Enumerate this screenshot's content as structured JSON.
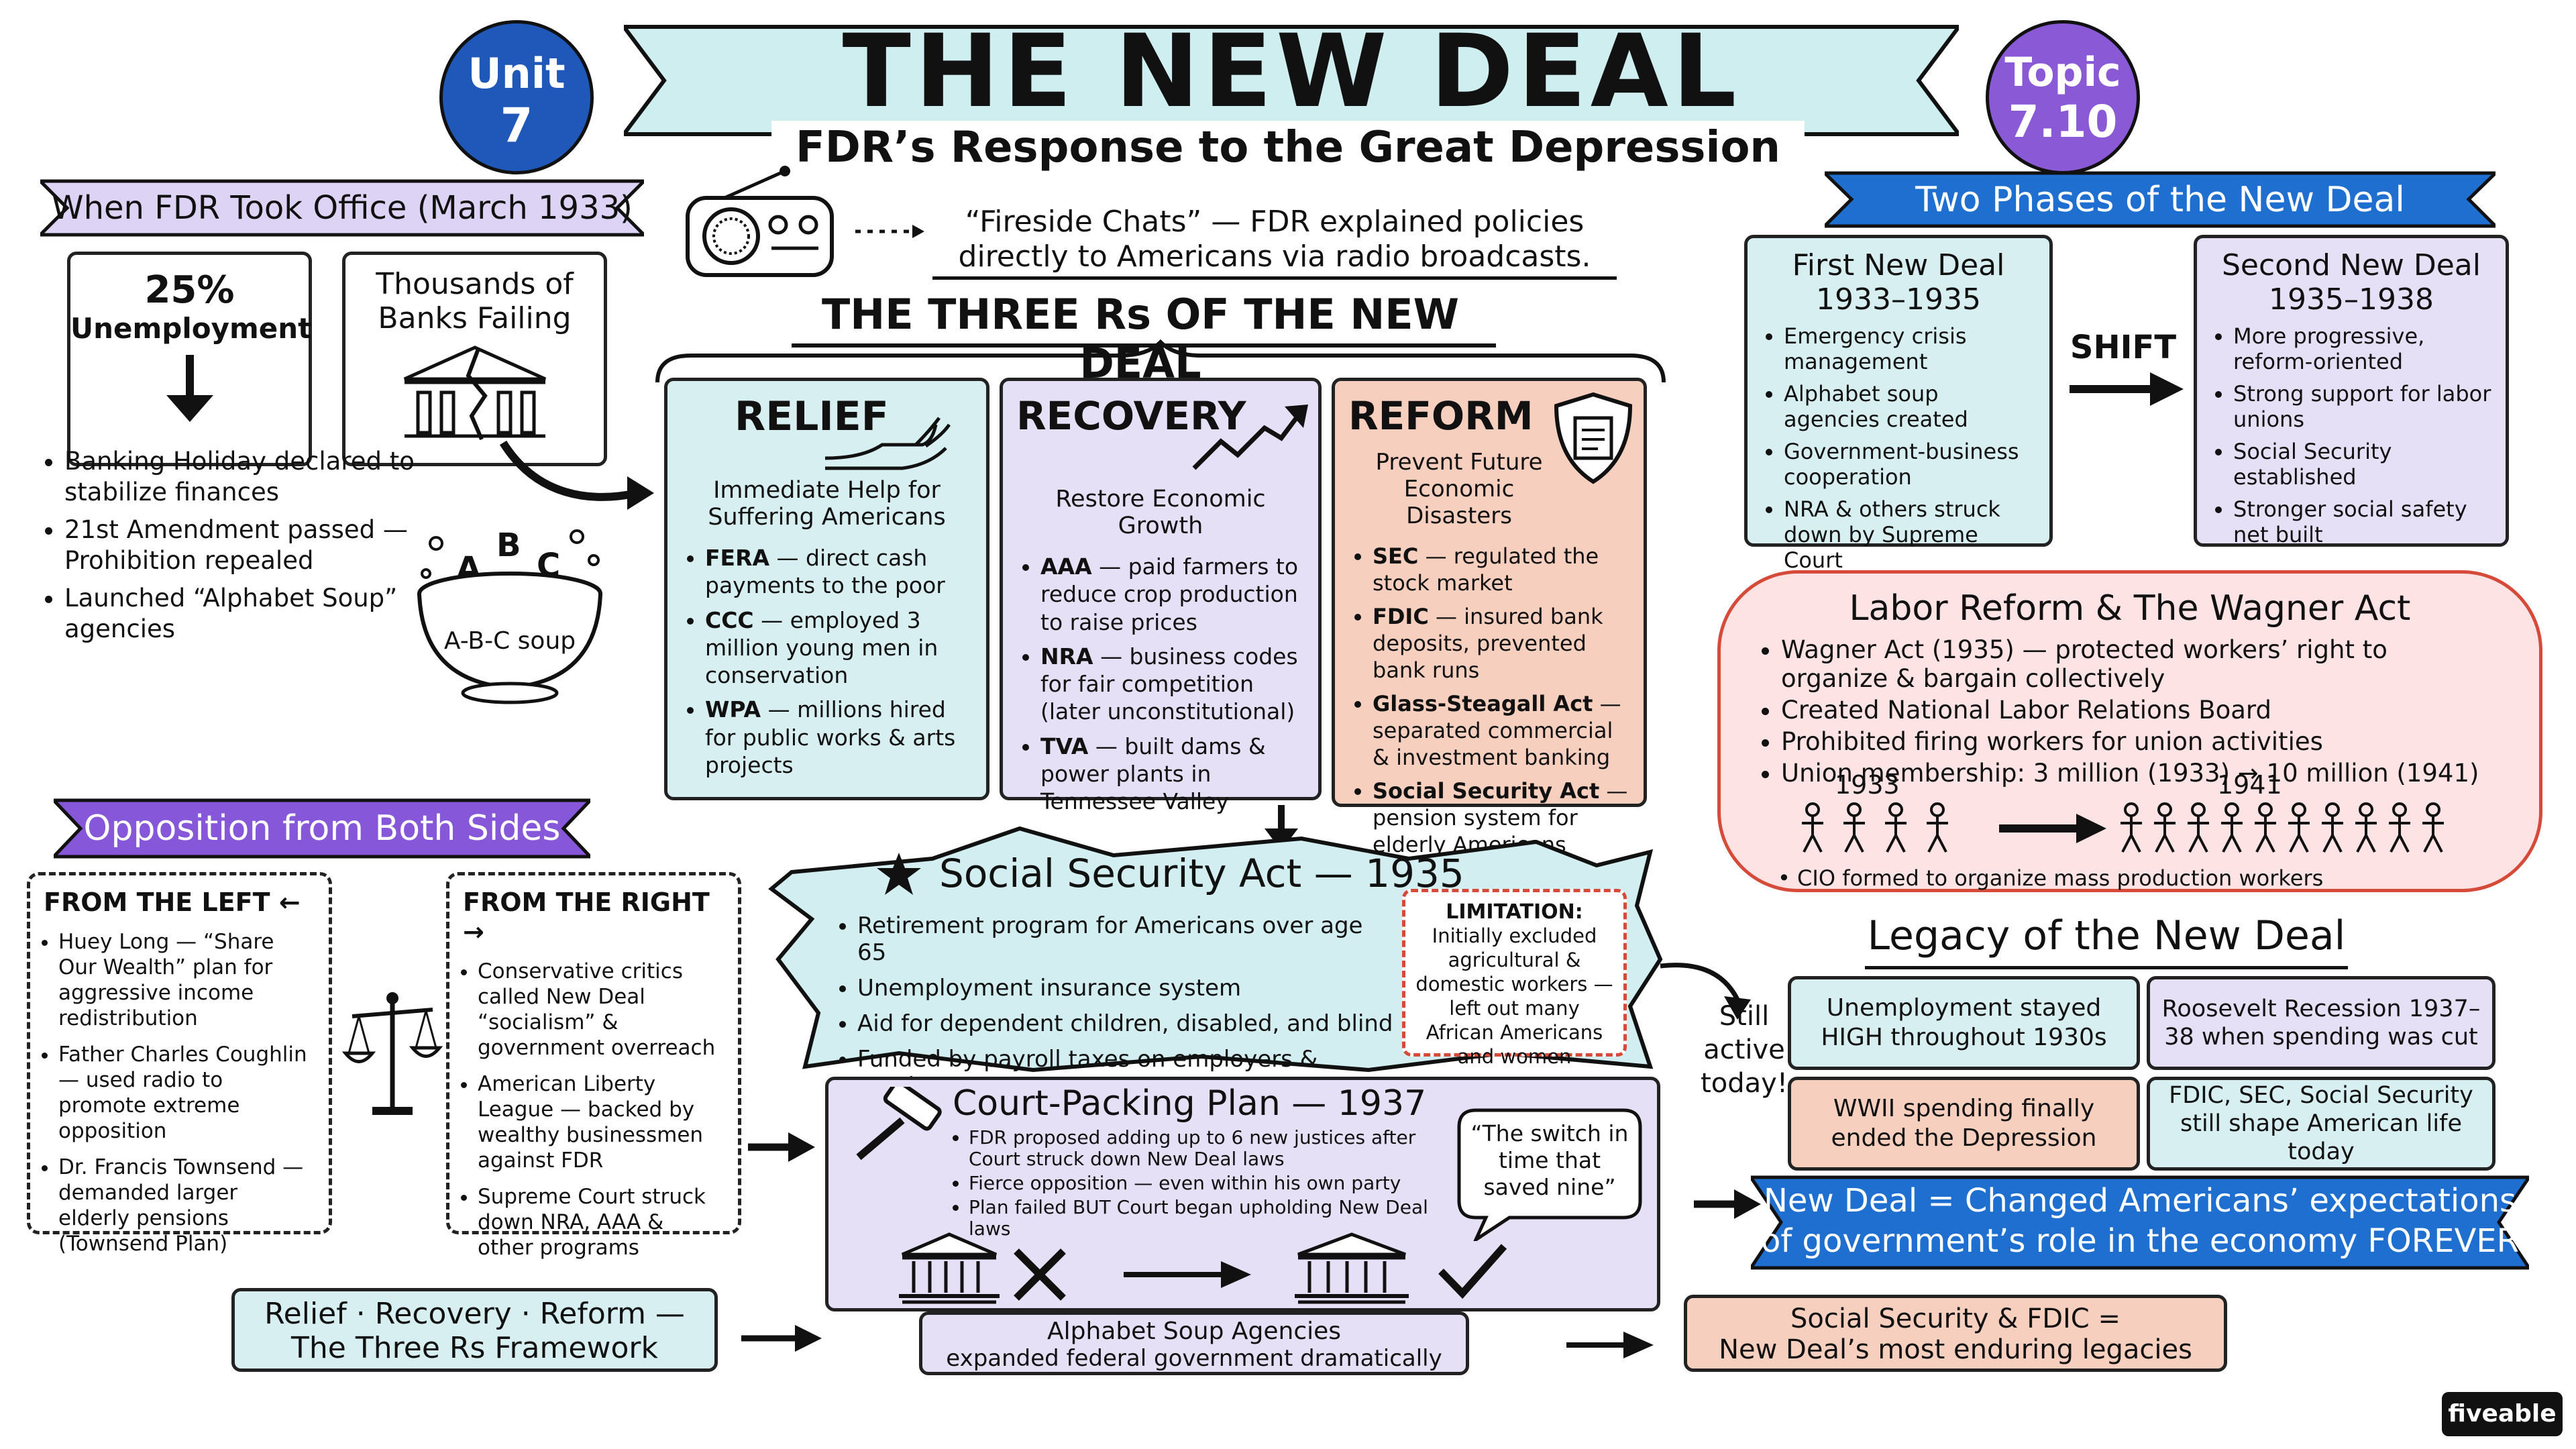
{
  "unit_badge": {
    "line1": "Unit",
    "line2": "7"
  },
  "topic_badge": {
    "line1": "Topic",
    "line2": "7.10"
  },
  "title": "THE NEW DEAL",
  "subtitle": "FDR’s Response to the Great Depression",
  "fireside": {
    "text_line1": "“Fireside Chats” — FDR explained policies",
    "text_line2": "directly to Americans via radio broadcasts."
  },
  "when_fdr": {
    "banner": "When FDR Took Office (March 1933)",
    "unemployment_line1": "25%",
    "unemployment_line2": "Unemployment",
    "banks_line1": "Thousands of",
    "banks_line2": "Banks Failing",
    "bullets": [
      "Banking Holiday declared to stabilize finances",
      "21st Amendment passed — Prohibition repealed",
      "Launched “Alphabet Soup” agencies"
    ],
    "soup_letters": [
      "A",
      "B",
      "C"
    ],
    "soup_label": "A-B-C soup"
  },
  "three_rs": {
    "heading": "THE THREE Rs OF THE NEW DEAL",
    "relief": {
      "title": "RELIEF",
      "subtitle": "Immediate Help for Suffering Americans",
      "items": [
        {
          "term": "FERA",
          "text": " — direct cash payments to the poor"
        },
        {
          "term": "CCC",
          "text": " — employed 3 million young men in conservation"
        },
        {
          "term": "WPA",
          "text": " — millions hired for public works & arts projects"
        }
      ]
    },
    "recovery": {
      "title": "RECOVERY",
      "subtitle": "Restore Economic Growth",
      "items": [
        {
          "term": "AAA",
          "text": " — paid farmers to reduce crop production to raise prices"
        },
        {
          "term": "NRA",
          "text": " — business codes for fair competition (later unconstitutional)"
        },
        {
          "term": "TVA",
          "text": " — built dams & power plants in Tennessee Valley"
        }
      ]
    },
    "reform": {
      "title": "REFORM",
      "subtitle": "Prevent Future Economic Disasters",
      "items": [
        {
          "term": "SEC",
          "text": " — regulated the stock market"
        },
        {
          "term": "FDIC",
          "text": " — insured bank deposits, prevented bank runs"
        },
        {
          "term": "Glass-Steagall Act",
          "text": " — separated commercial & investment banking"
        },
        {
          "term": "Social Security Act",
          "text": " — pension system for elderly Americans"
        }
      ]
    }
  },
  "phases": {
    "banner": "Two Phases of the New Deal",
    "first": {
      "title": "First New Deal",
      "years": "1933–1935",
      "items": [
        "Emergency crisis management",
        "Alphabet soup agencies created",
        "Government-business cooperation",
        "NRA & others struck down by Supreme Court"
      ]
    },
    "shift": "SHIFT",
    "second": {
      "title": "Second New Deal",
      "years": "1935–1938",
      "items": [
        "More progressive, reform-oriented",
        "Strong support for labor unions",
        "Social Security established",
        "Stronger social safety net built"
      ]
    }
  },
  "labor": {
    "title": "Labor Reform & The Wagner Act",
    "items": [
      "Wagner Act (1935) — protected workers’ right to organize & bargain collectively",
      "Created National Labor Relations Board",
      "Prohibited firing workers for union activities",
      "Union membership: 3 million (1933) → 10 million (1941)"
    ],
    "year_a": "1933",
    "year_b": "1941",
    "figures_a": 4,
    "figures_b": 10,
    "cio": "CIO formed to organize mass production workers"
  },
  "opposition": {
    "banner": "Opposition from Both Sides",
    "left_title": "FROM THE LEFT ←",
    "left_items": [
      "Huey Long — “Share Our Wealth” plan for aggressive income redistribution",
      "Father Charles Coughlin — used radio to promote extreme opposition",
      "Dr. Francis Townsend — demanded larger elderly pensions (Townsend Plan)"
    ],
    "right_title": "FROM THE RIGHT →",
    "right_items": [
      "Conservative critics called New Deal “socialism” & government overreach",
      "American Liberty League — backed by wealthy businessmen against FDR",
      "Supreme Court struck down NRA, AAA & other programs"
    ]
  },
  "social_security": {
    "title": "Social Security Act — 1935",
    "items": [
      "Retirement program for Americans over age 65",
      "Unemployment insurance system",
      "Aid for dependent children, disabled, and blind",
      "Funded by payroll taxes on employers & employees"
    ],
    "limitation_title": "LIMITATION:",
    "limitation_text": "Initially excluded agricultural & domestic workers — left out many African Americans and women",
    "still_active_line1": "Still",
    "still_active_line2": "active",
    "still_active_line3": "today!"
  },
  "court": {
    "title": "Court-Packing Plan — 1937",
    "items": [
      "FDR proposed adding up to 6 new justices after Court struck down New Deal laws",
      "Fierce opposition — even within his own party",
      "Plan failed BUT Court began upholding New Deal laws"
    ],
    "quote": "“The switch in time that saved nine”"
  },
  "legacy": {
    "title": "Legacy of the New Deal",
    "cells": [
      "Unemployment stayed HIGH throughout 1930s",
      "Roosevelt Recession 1937–38 when spending was cut",
      "WWII spending finally ended the Depression",
      "FDIC, SEC, Social Security still shape American life today"
    ],
    "banner_line1": "New Deal = Changed Americans’ expectations",
    "banner_line2": "of government’s role in the economy FOREVER"
  },
  "bottom": {
    "box1_line1": "Relief · Recovery · Reform —",
    "box1_line2": "The Three Rs Framework",
    "box2_line1": "Alphabet Soup Agencies",
    "box2_line2": "expanded federal government dramatically",
    "box3_line1": "Social Security & FDIC =",
    "box3_line2": "New Deal’s most enduring legacies"
  },
  "logo": "fiveable",
  "colors": {
    "blue_badge": "#1f58b8",
    "purple_badge": "#8a5ad6",
    "teal": "#d7eff0",
    "lavender": "#e6e0f6",
    "salmon": "#f7cfbf",
    "blue_banner": "#1f6fd1",
    "purple_banner": "#8657d8"
  }
}
